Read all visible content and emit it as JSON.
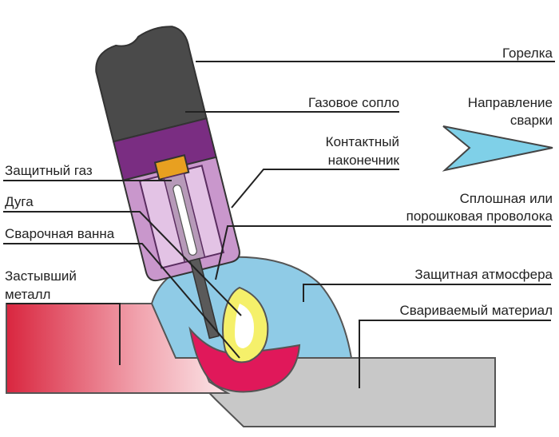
{
  "labels": {
    "torch": "Горелка",
    "gas_nozzle": "Газовое сопло",
    "direction_line1": "Направление",
    "direction_line2": "сварки",
    "contact_tip_line1": "Контактный",
    "contact_tip_line2": "наконечник",
    "shielding_gas": "Защитный газ",
    "arc": "Дуга",
    "weld_pool": "Сварочная ванна",
    "wire_line1": "Сплошная или",
    "wire_line2": "порошковая проволока",
    "solidified_line1": "Застывший",
    "solidified_line2": "металл",
    "atmosphere": "Защитная атмосфера",
    "base_material": "Свариваемый материал"
  },
  "colors": {
    "torch_body": "#4a4a4a",
    "nozzle": "#7a2d82",
    "nozzle_inner": "#d4a6d6",
    "shield_atmosphere": "#8fcbe6",
    "base_plate": "#c8c8c8",
    "solidified_metal": "#d9263f",
    "weld_pool": "#e0185a",
    "arc": "#f5f06a",
    "contact_tip": "#e8a020",
    "direction_arrow": "#7fd0e8"
  },
  "icons": {
    "direction": "direction-arrow-icon"
  }
}
